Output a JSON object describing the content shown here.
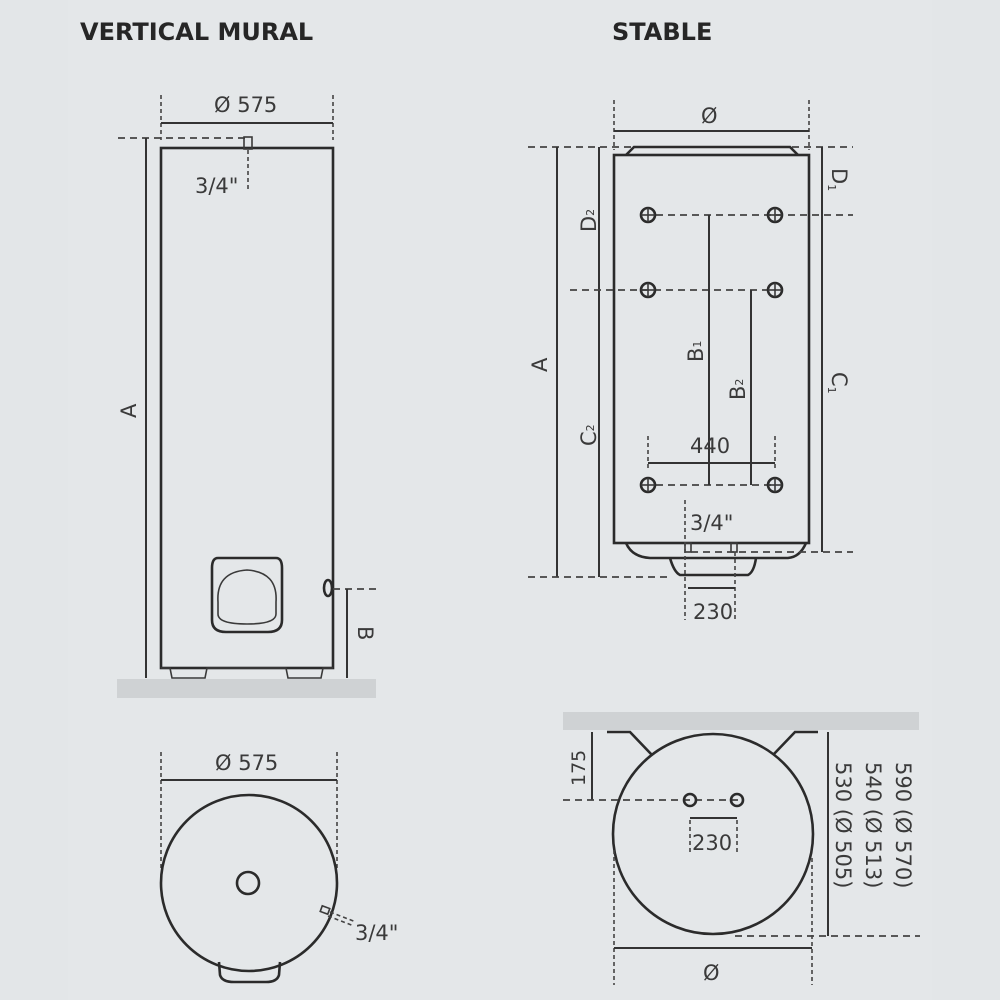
{
  "sections": {
    "vertical_mural": {
      "title": "VERTICAL MURAL",
      "front_view": {
        "width_label": "Ø 575",
        "top_connection_label": "3/4\"",
        "height_label": "A",
        "side_connection_height_label": "B"
      },
      "top_view": {
        "width_label": "Ø 575",
        "side_connection_label": "3/4\""
      }
    },
    "stable": {
      "title": "STABLE",
      "front_view": {
        "width_label": "Ø",
        "height_label": "A",
        "d1_label": "D",
        "d1_sub": "1",
        "d2_label": "D",
        "d2_sub": "2",
        "b1_label": "B",
        "b1_sub": "1",
        "b2_label": "B",
        "b2_sub": "2",
        "c1_label": "C",
        "c1_sub": "1",
        "c2_label": "C",
        "c2_sub": "2",
        "bracket_spacing_label": "440",
        "connection_label": "3/4\"",
        "connection_spacing_label": "230"
      },
      "top_view": {
        "wall_offset_label": "175",
        "connection_spacing_label": "230",
        "depth_options": [
          "590 (Ø 570)",
          "540 (Ø 513)",
          "530 (Ø 505)"
        ],
        "diameter_label": "Ø"
      }
    }
  },
  "colors": {
    "background": "#e3e6e8",
    "line": "#2b2b2b",
    "floor": "#cfd2d4"
  }
}
